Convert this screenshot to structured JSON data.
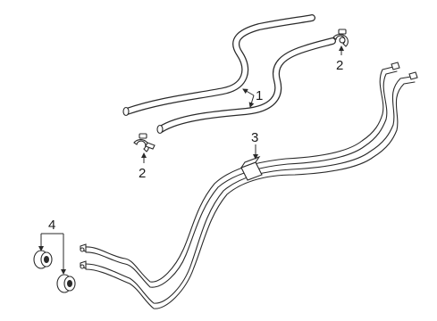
{
  "callouts": {
    "c1": "1",
    "c2a": "2",
    "c2b": "2",
    "c3": "3",
    "c4": "4"
  },
  "colors": {
    "line": "#2a2a2a",
    "background": "#ffffff"
  }
}
